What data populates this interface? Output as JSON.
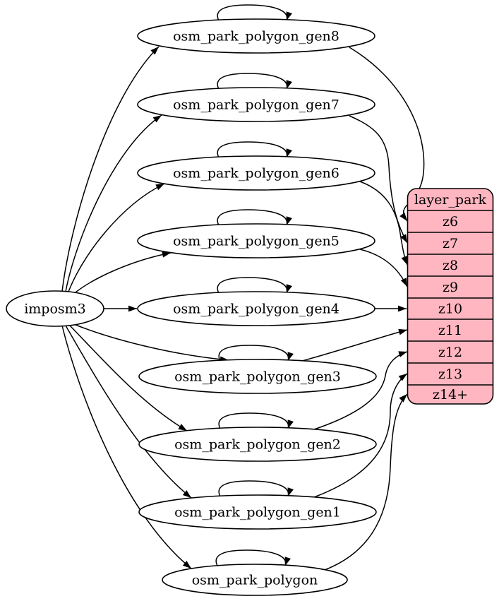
{
  "diagram": {
    "type": "graphviz-flow",
    "background_color": "#ffffff",
    "edge_color": "#000000",
    "node_fill": "#ffffff",
    "node_stroke": "#000000",
    "source_node": {
      "label": "imposm3",
      "targets": [
        "osm_park_polygon_gen8",
        "osm_park_polygon_gen7",
        "osm_park_polygon_gen6",
        "osm_park_polygon_gen5",
        "osm_park_polygon_gen4",
        "osm_park_polygon_gen3",
        "osm_park_polygon_gen2",
        "osm_park_polygon_gen1",
        "osm_park_polygon"
      ]
    },
    "generalization_nodes": [
      {
        "label": "osm_park_polygon_gen8",
        "self_loop": true,
        "target_row": "z6"
      },
      {
        "label": "osm_park_polygon_gen7",
        "self_loop": true,
        "target_row": "z7"
      },
      {
        "label": "osm_park_polygon_gen6",
        "self_loop": true,
        "target_row": "z8"
      },
      {
        "label": "osm_park_polygon_gen5",
        "self_loop": true,
        "target_row": "z9"
      },
      {
        "label": "osm_park_polygon_gen4",
        "self_loop": true,
        "target_row": "z10"
      },
      {
        "label": "osm_park_polygon_gen3",
        "self_loop": true,
        "target_row": "z11"
      },
      {
        "label": "osm_park_polygon_gen2",
        "self_loop": true,
        "target_row": "z12"
      },
      {
        "label": "osm_park_polygon_gen1",
        "self_loop": true,
        "target_row": "z13"
      },
      {
        "label": "osm_park_polygon",
        "self_loop": true,
        "target_row": "z14+"
      }
    ],
    "layer_node": {
      "title": "layer_park",
      "fill": "#ffb6c1",
      "stroke": "#000000",
      "rows": [
        "z6",
        "z7",
        "z8",
        "z9",
        "z10",
        "z11",
        "z12",
        "z13",
        "z14+"
      ]
    }
  }
}
